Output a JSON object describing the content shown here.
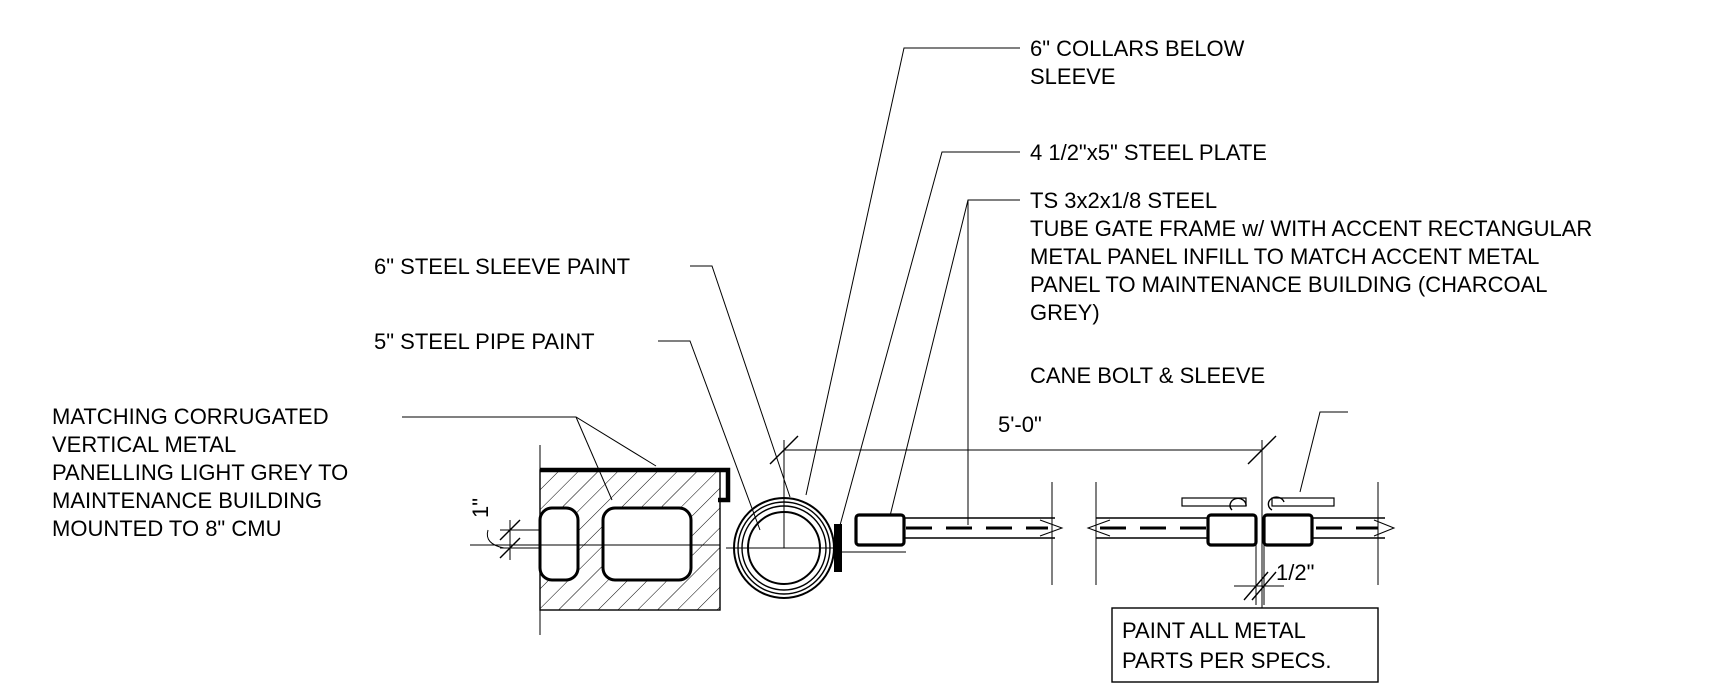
{
  "labels": {
    "collars": [
      "6\" COLLARS BELOW",
      "SLEEVE"
    ],
    "plate": "4 1/2\"x5\" STEEL PLATE",
    "ts_frame": [
      "TS 3x2x1/8 STEEL",
      "TUBE GATE FRAME w/ WITH ACCENT RECTANGULAR",
      "METAL PANEL INFILL TO MATCH ACCENT METAL",
      "PANEL TO MAINTENANCE BUILDING (CHARCOAL",
      "GREY)"
    ],
    "sleeve": "6\" STEEL SLEEVE PAINT",
    "pipe": "5\" STEEL PIPE PAINT",
    "cane_bolt": "CANE BOLT & SLEEVE",
    "corrugated": [
      "MATCHING CORRUGATED",
      "VERTICAL METAL",
      "PANELLING LIGHT GREY TO",
      "MAINTENANCE BUILDING",
      "MOUNTED TO 8\" CMU"
    ],
    "paint_note": [
      "PAINT ALL METAL",
      "PARTS PER SPECS."
    ]
  },
  "dimensions": {
    "span": "5'-0\"",
    "gap": "1/2\"",
    "offset": "1\""
  }
}
